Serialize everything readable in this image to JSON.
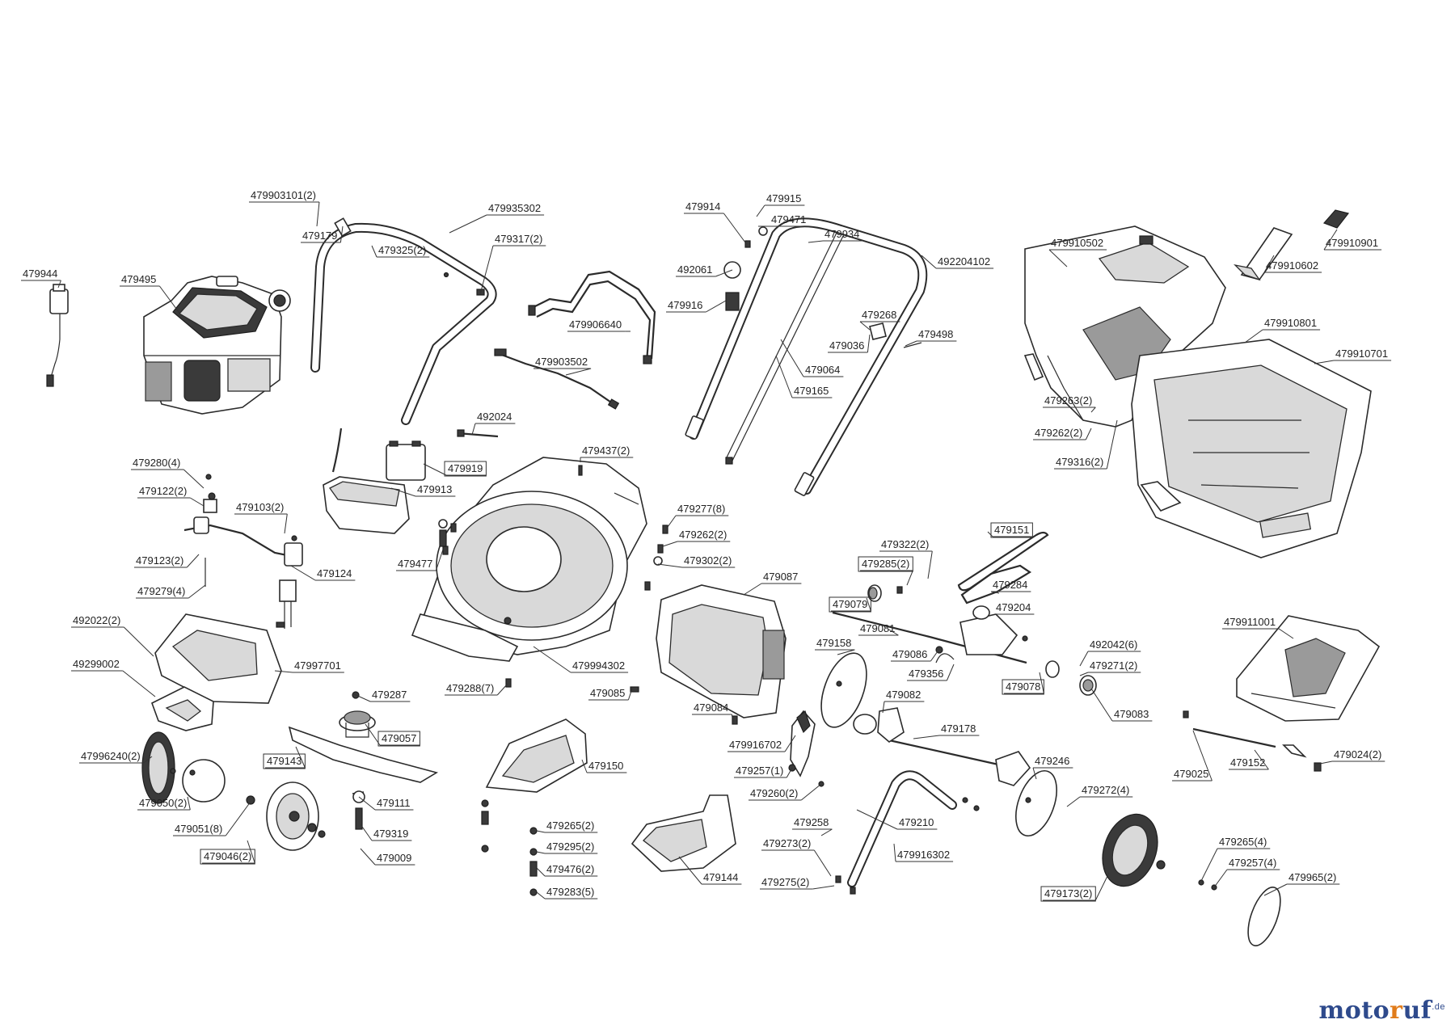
{
  "labels": [
    "479903101(2)",
    "479179",
    "479935302",
    "479325(2)",
    "479317(2)",
    "479944",
    "479495",
    "479914",
    "479915",
    "479471",
    "479934",
    "492061",
    "479916",
    "479906640",
    "479903502",
    "479268",
    "479036",
    "479498",
    "479064",
    "479165",
    "492024",
    "479919",
    "479913",
    "492204102",
    "479910502",
    "479910602",
    "479910901",
    "479910801",
    "479910701",
    "479263(2)",
    "479262(2)",
    "479316(2)",
    "479437(2)",
    "479280(4)",
    "479122(2)",
    "479103(2)",
    "479123(2)",
    "479124",
    "479279(4)",
    "479277(8)",
    "479262(2)",
    "479302(2)",
    "479477",
    "479087",
    "479322(2)",
    "479151",
    "479285(2)",
    "479284",
    "479079",
    "479204",
    "479081",
    "479158",
    "479086",
    "479356",
    "492042(6)",
    "479271(2)",
    "479078",
    "479083",
    "479911001",
    "492022(2)",
    "49299002",
    "47997701",
    "479994302",
    "479288(7)",
    "479085",
    "479287",
    "479057",
    "479084",
    "479082",
    "479178",
    "479025",
    "479152",
    "479024(2)",
    "47996240(2)",
    "479143",
    "479916702",
    "479257(1)",
    "479260(2)",
    "479258",
    "479246",
    "479050(2)",
    "479111",
    "479150",
    "479051(8)",
    "479319",
    "479046(2)",
    "479009",
    "479265(2)",
    "479295(2)",
    "479476(2)",
    "479283(5)",
    "479144",
    "479273(2)",
    "479275(2)",
    "479210",
    "479916302",
    "479272(4)",
    "479173(2)",
    "479265(4)",
    "479257(4)",
    "479965(2)"
  ],
  "logo": {
    "text_main": "motoruf",
    "suffix": ".de"
  },
  "colors": {
    "line": "#2b2b2b",
    "logo_blue": "#2e4a8c",
    "logo_orange": "#e07b1a"
  }
}
